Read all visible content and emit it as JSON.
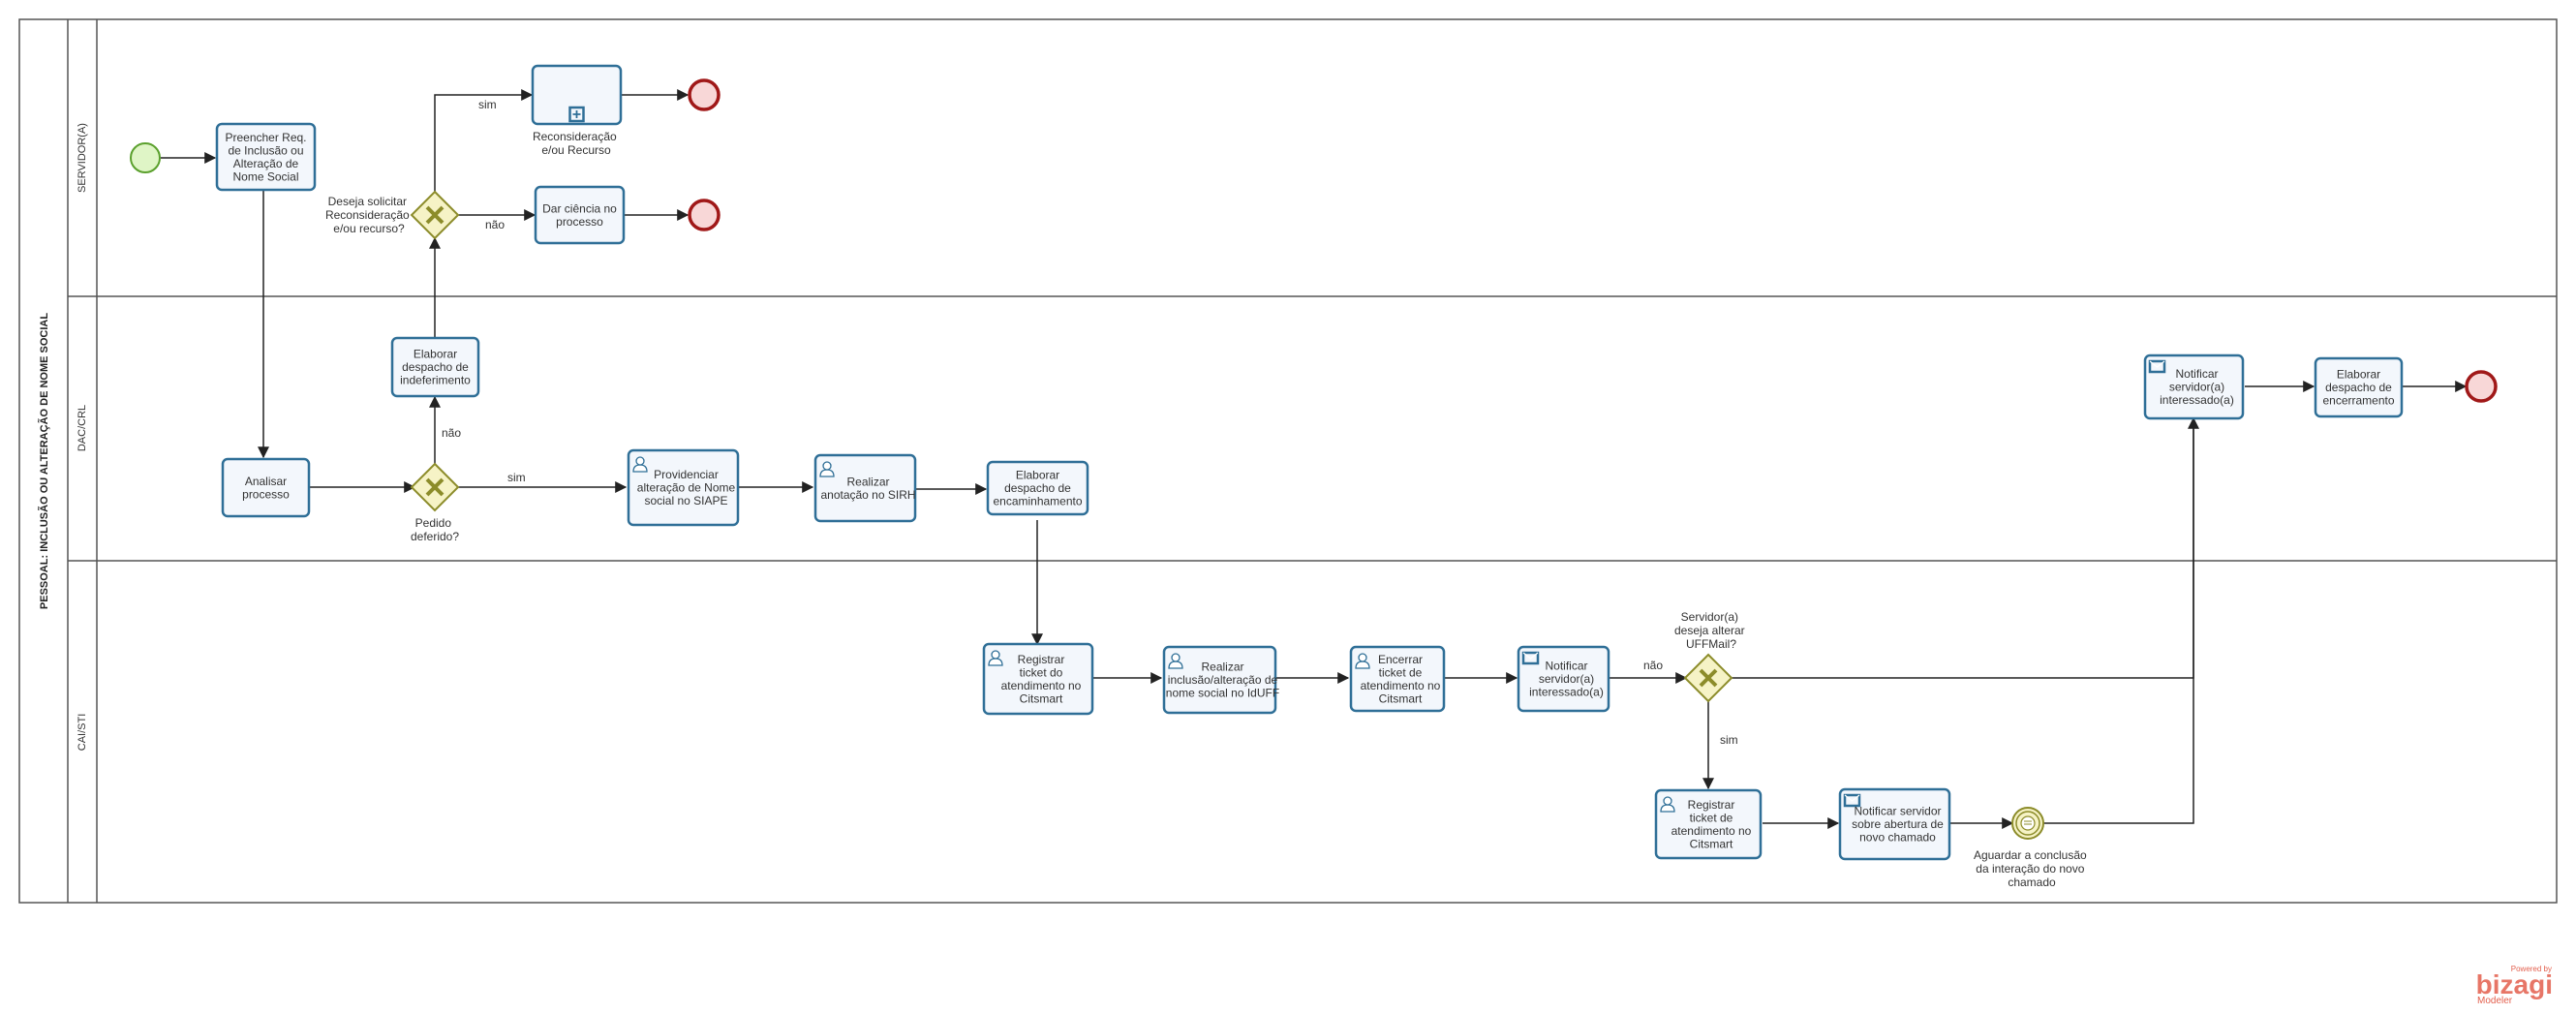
{
  "pool": {
    "title": "PESSOAL: INCLUSÃO OU ALTERAÇÃO DE NOME SOCIAL"
  },
  "lanes": [
    {
      "id": "servidor",
      "label": "SERVIDOR(A)"
    },
    {
      "id": "dac",
      "label": "DAC/CRL"
    },
    {
      "id": "cai",
      "label": "CAI/STI"
    }
  ],
  "tasks": [
    {
      "id": "t_preencher",
      "lines": [
        "Preencher  Req.",
        "de Inclusão ou",
        "Alteração de",
        "Nome Social"
      ]
    },
    {
      "id": "t_reconsid",
      "lines": [
        "Reconsideração",
        "e/ou Recurso"
      ],
      "subprocess": true
    },
    {
      "id": "t_ciencia",
      "lines": [
        "Dar ciência no",
        "processo"
      ]
    },
    {
      "id": "t_indefer",
      "lines": [
        "Elaborar",
        "despacho de",
        "indeferimento"
      ]
    },
    {
      "id": "t_analisar",
      "lines": [
        "Analisar",
        "processo"
      ]
    },
    {
      "id": "t_siape",
      "lines": [
        "Providenciar",
        "alteração de Nome",
        "social no SIAPE"
      ],
      "marker": "user"
    },
    {
      "id": "t_sirh",
      "lines": [
        "Realizar",
        "anotação no SIRH"
      ],
      "marker": "user"
    },
    {
      "id": "t_encam",
      "lines": [
        "Elaborar",
        "despacho de",
        "encaminhamento"
      ]
    },
    {
      "id": "t_notif_dac",
      "lines": [
        "Notificar",
        "servidor(a)",
        "interessado(a)"
      ],
      "marker": "mail"
    },
    {
      "id": "t_encerramento",
      "lines": [
        "Elaborar",
        "despacho de",
        "encerramento"
      ]
    },
    {
      "id": "t_reg1",
      "lines": [
        "Registrar",
        "ticket do",
        "atendimento no",
        "Citsmart"
      ],
      "marker": "user"
    },
    {
      "id": "t_iduff",
      "lines": [
        "Realizar",
        "inclusão/alteração de",
        "nome social no IdUFF"
      ],
      "marker": "user"
    },
    {
      "id": "t_encerrar",
      "lines": [
        "Encerrar",
        "ticket de",
        "atendimento no",
        "Citsmart"
      ],
      "marker": "user"
    },
    {
      "id": "t_notif_cai",
      "lines": [
        "Notificar",
        "servidor(a)",
        "interessado(a)"
      ],
      "marker": "mail"
    },
    {
      "id": "t_reg2",
      "lines": [
        "Registrar",
        "ticket de",
        "atendimento no",
        "Citsmart"
      ],
      "marker": "user"
    },
    {
      "id": "t_notif_novo",
      "lines": [
        "Notificar servidor",
        "sobre abertura de",
        "novo chamado"
      ],
      "marker": "mail"
    }
  ],
  "gateways": [
    {
      "id": "g_recurso",
      "lines": [
        "Deseja solicitar",
        "Reconsideração",
        "e/ou recurso?"
      ]
    },
    {
      "id": "g_deferido",
      "lines": [
        "Pedido",
        "deferido?"
      ]
    },
    {
      "id": "g_uffmail",
      "lines": [
        "Servidor(a)",
        "deseja alterar",
        "UFFMail?"
      ]
    }
  ],
  "intermediate": {
    "lines": [
      "Aguardar a conclusão",
      "da interação do novo",
      "chamado"
    ]
  },
  "flow_labels": {
    "sim": "sim",
    "nao": "não"
  },
  "watermark": {
    "brand": "bizagi",
    "powered": "Powered by",
    "product": "Modeler"
  },
  "colors": {
    "task_fill": "#f3f7fc",
    "task_stroke": "#2f6f97",
    "start_fill": "#dff5c6",
    "start_stroke": "#5aa02c",
    "end_fill": "#f8d7d7",
    "end_stroke": "#a01818",
    "gateway_fill": "#f6f3c6",
    "gateway_stroke": "#8c8c2a",
    "brand": "#e35f4d"
  }
}
